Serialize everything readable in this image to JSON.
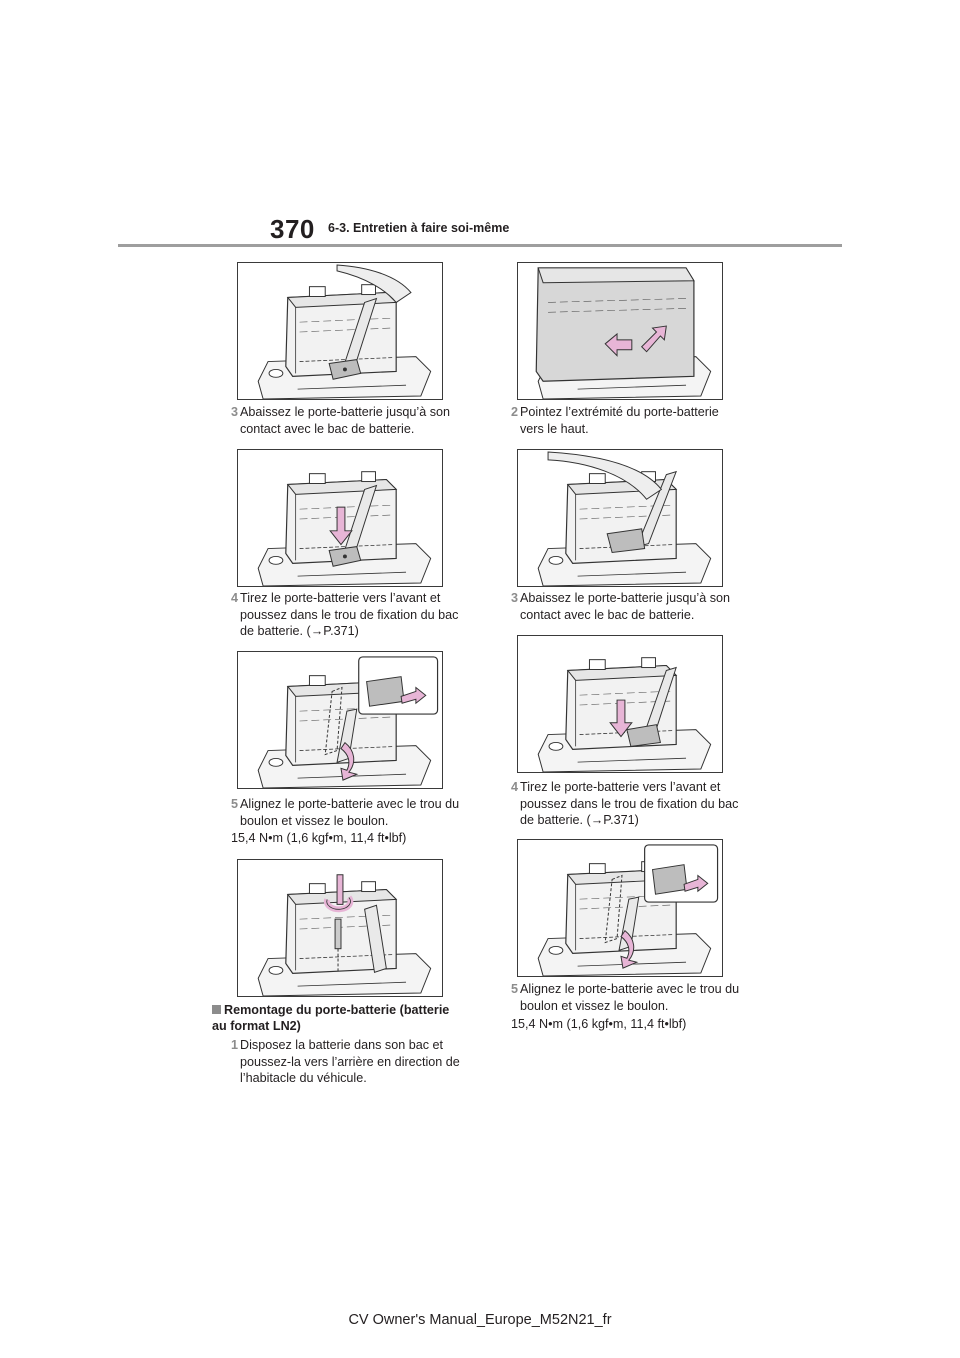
{
  "header": {
    "page_number": "370",
    "section": "6-3. Entretien à faire soi-même"
  },
  "left_column": {
    "steps": [
      {
        "number": "3",
        "text": "Abaissez le porte-batterie jusqu’à son contact avec le bac de batterie."
      },
      {
        "number": "4",
        "text": "Tirez le porte-batterie vers l’avant et poussez dans le trou de fixation du bac de batterie. (→P.371)"
      },
      {
        "number": "5",
        "text": "Alignez le porte-batterie avec le trou du boulon et vissez le boulon."
      }
    ],
    "torque": "15,4 N•m (1,6 kgf•m, 11,4 ft•lbf)",
    "section_heading": "Remontage du porte-batterie (batterie au format LN2)",
    "step_1": {
      "number": "1",
      "text": "Disposez la batterie dans son bac et poussez-la vers l’arrière en direction de l’habitacle du véhicule."
    }
  },
  "right_column": {
    "steps": [
      {
        "number": "2",
        "text": "Pointez l’extrémité du porte-batterie vers le haut."
      },
      {
        "number": "3",
        "text": "Abaissez le porte-batterie jusqu’à son contact avec le bac de batterie."
      },
      {
        "number": "4",
        "text": "Tirez le porte-batterie vers l’avant et poussez dans le trou de fixation du bac de batterie. (→P.371)"
      },
      {
        "number": "5",
        "text": "Alignez le porte-batterie avec le trou du boulon et vissez le boulon."
      }
    ],
    "torque": "15,4 N•m (1,6 kgf•m, 11,4 ft•lbf)"
  },
  "footer": {
    "text": "CV Owner's Manual_Europe_M52N21_fr"
  },
  "colors": {
    "accent_arrow": "#e7b5d6",
    "step_number": "#8c8c8c",
    "rule": "#9e9e9e"
  }
}
